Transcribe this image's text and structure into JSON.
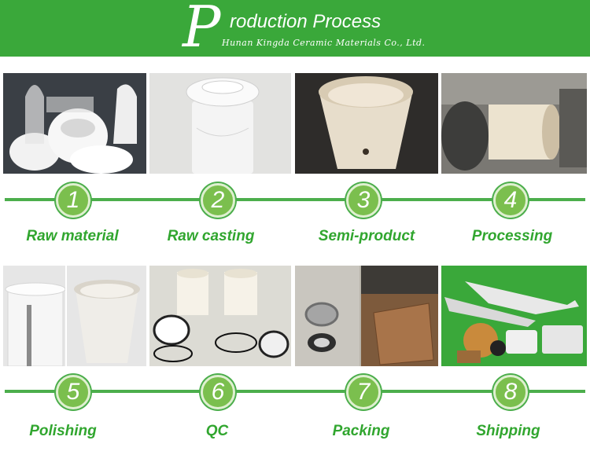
{
  "header": {
    "big_letter": "P",
    "title_rest": "roduction Process",
    "company": "Hunan Kingda Ceramic Materials Co., Ltd."
  },
  "steps": [
    {
      "number": "1",
      "label": "Raw material"
    },
    {
      "number": "2",
      "label": "Raw casting"
    },
    {
      "number": "3",
      "label": "Semi-product"
    },
    {
      "number": "4",
      "label": "Processing"
    },
    {
      "number": "5",
      "label": "Polishing"
    },
    {
      "number": "6",
      "label": "QC"
    },
    {
      "number": "7",
      "label": "Packing"
    },
    {
      "number": "8",
      "label": "Shipping"
    }
  ],
  "colors": {
    "brand_green": "#3aa83a",
    "label_green": "#31a62f",
    "badge_green": "#7bbf4e"
  }
}
